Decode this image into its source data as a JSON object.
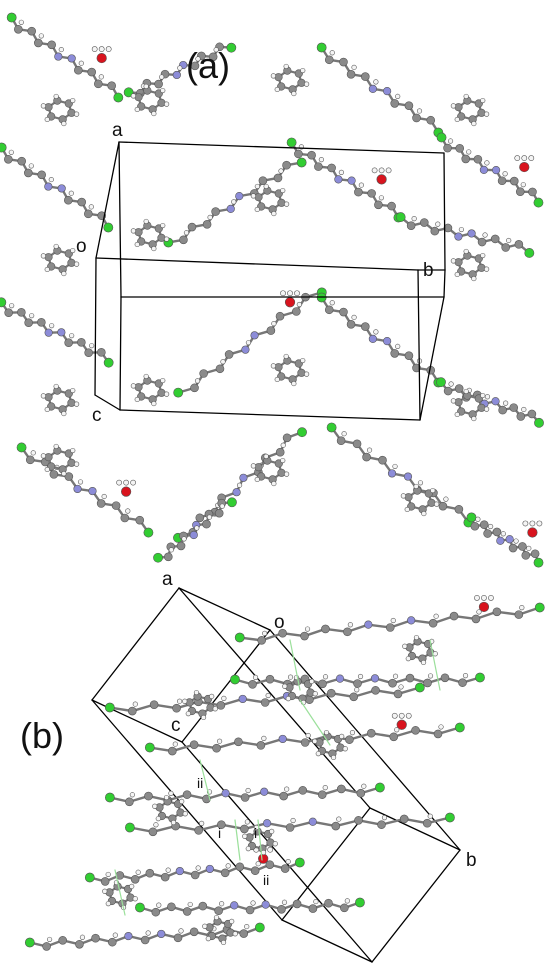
{
  "figure": {
    "panel_a": {
      "label": "(a)",
      "axes": {
        "a": "a",
        "b": "b",
        "c": "c",
        "origin": "o"
      }
    },
    "panel_b": {
      "label": "(b)",
      "axes": {
        "a": "a",
        "b": "b",
        "c": "c",
        "origin": "o"
      },
      "contacts": [
        "ii",
        "i",
        "i",
        "ii"
      ]
    }
  },
  "colors": {
    "carbon": "#8a8a8a",
    "hydrogen": "#f4f4f4",
    "oxygen": "#d8141e",
    "nitrogen": "#8c8cd8",
    "chlorine": "#32cd32",
    "bond": "#777777",
    "cell_edge": "#000000",
    "contact_line": "#9be09b"
  }
}
